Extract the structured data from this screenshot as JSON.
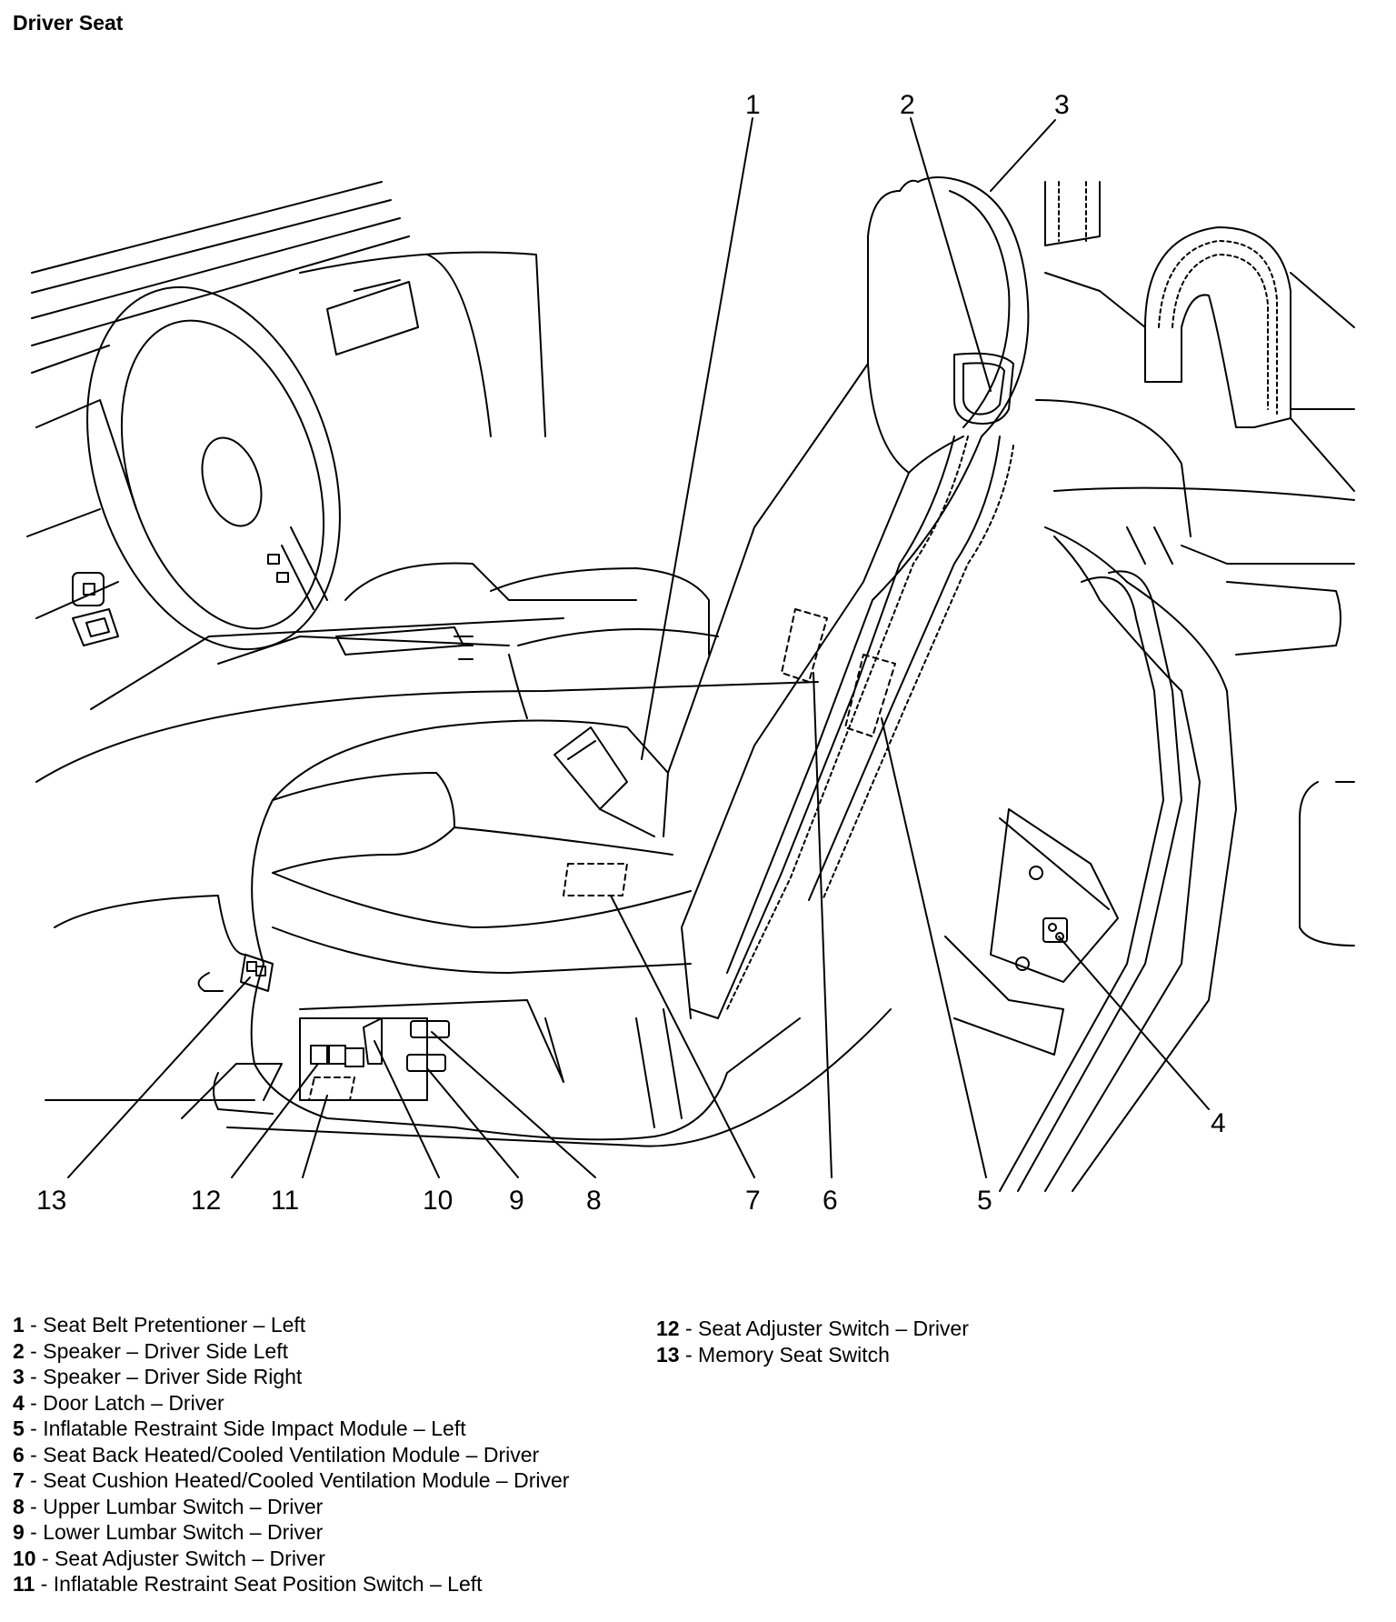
{
  "title": "Driver Seat",
  "callouts": [
    {
      "num": "1"
    },
    {
      "num": "2"
    },
    {
      "num": "3"
    },
    {
      "num": "4"
    },
    {
      "num": "5"
    },
    {
      "num": "6"
    },
    {
      "num": "7"
    },
    {
      "num": "8"
    },
    {
      "num": "9"
    },
    {
      "num": "10"
    },
    {
      "num": "11"
    },
    {
      "num": "12"
    },
    {
      "num": "13"
    }
  ],
  "legend_left": [
    {
      "num": "1",
      "text": " - Seat Belt Pretentioner – Left"
    },
    {
      "num": "2",
      "text": " - Speaker – Driver Side Left"
    },
    {
      "num": "3",
      "text": " - Speaker – Driver Side Right"
    },
    {
      "num": "4",
      "text": " - Door Latch – Driver"
    },
    {
      "num": "5",
      "text": " - Inflatable Restraint Side Impact Module – Left"
    },
    {
      "num": "6",
      "text": " - Seat Back Heated/Cooled Ventilation Module – Driver"
    },
    {
      "num": "7",
      "text": " - Seat Cushion Heated/Cooled Ventilation Module – Driver"
    },
    {
      "num": "8",
      "text": " - Upper Lumbar Switch – Driver"
    },
    {
      "num": "9",
      "text": " - Lower Lumbar Switch – Driver"
    },
    {
      "num": "10",
      "text": " - Seat Adjuster Switch – Driver"
    },
    {
      "num": "11",
      "text": " - Inflatable Restraint Seat Position Switch – Left"
    }
  ],
  "legend_right": [
    {
      "num": "12",
      "text": " - Seat Adjuster Switch – Driver"
    },
    {
      "num": "13",
      "text": " - Memory Seat Switch"
    }
  ]
}
